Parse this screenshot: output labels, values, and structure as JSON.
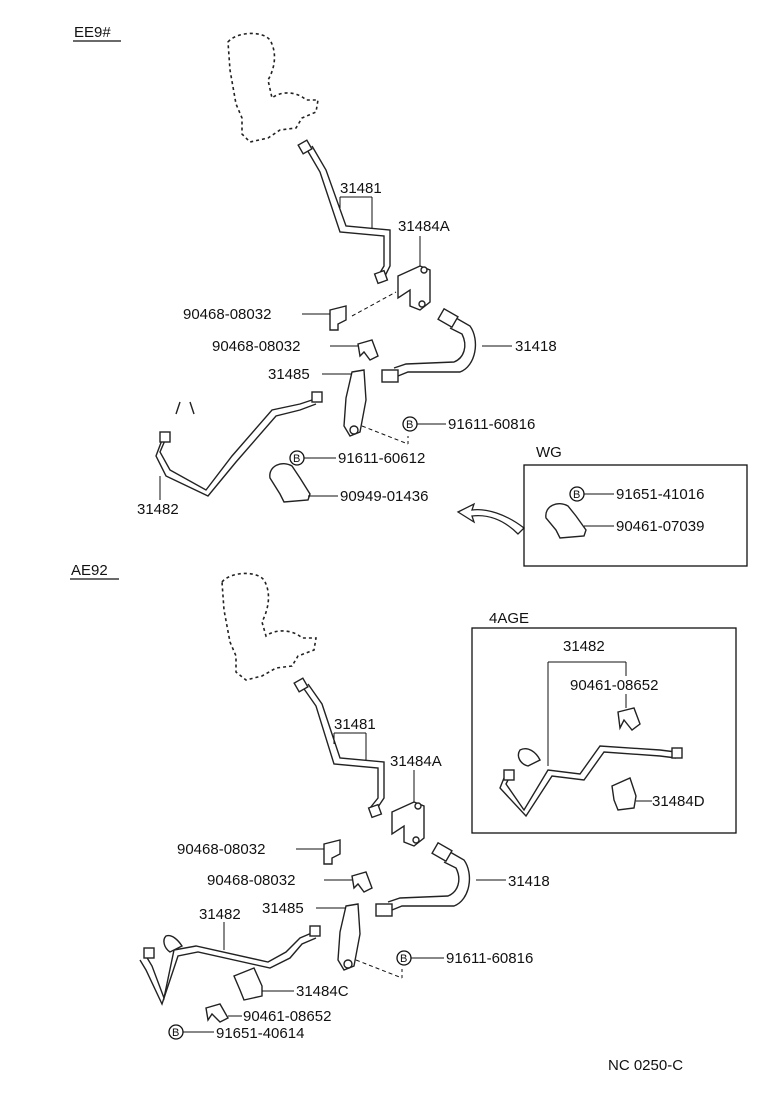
{
  "sections": {
    "ee9": "EE9#",
    "ae92": "AE92",
    "wg": "WG",
    "age4": "4AGE"
  },
  "labels": {
    "ee9_31481": "31481",
    "ee9_31484a": "31484A",
    "ee9_90468a": "90468-08032",
    "ee9_90468b": "90468-08032",
    "ee9_31418": "31418",
    "ee9_31485": "31485",
    "ee9_91611_60816": "91611-60816",
    "ee9_91611_60612": "91611-60612",
    "ee9_90949": "90949-01436",
    "ee9_31482": "31482",
    "wg_91651": "91651-41016",
    "wg_90461": "90461-07039",
    "ae_31481": "31481",
    "ae_31484a": "31484A",
    "ae_90468a": "90468-08032",
    "ae_90468b": "90468-08032",
    "ae_31418": "31418",
    "ae_31482": "31482",
    "ae_31485": "31485",
    "ae_91611": "91611-60816",
    "ae_31484c": "31484C",
    "ae_90461": "90461-08652",
    "ae_91651": "91651-40614",
    "age_31482": "31482",
    "age_90461": "90461-08652",
    "age_31484d": "31484D"
  },
  "bolt_marker": "B",
  "footer": "NC 0250-C"
}
